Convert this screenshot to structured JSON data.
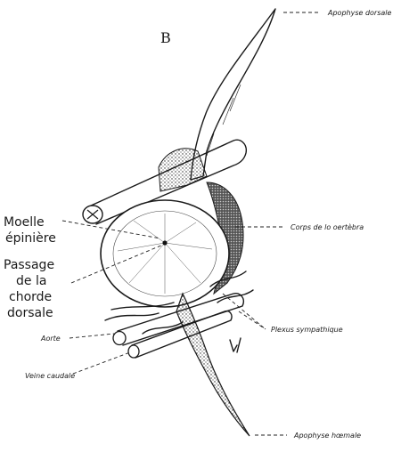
{
  "figure": {
    "letter": "B"
  },
  "labels": {
    "apophyse_dorsale": "Apophyse dorsale",
    "corps_vertebre": "Corps de lo oertèbra",
    "moelle_line1": "Moelle",
    "moelle_line2": "épinière",
    "passage_line1": "Passage",
    "passage_line2": "de la",
    "passage_line3": "chorde",
    "passage_line4": "dorsale",
    "plexus": "Plexus sympathique",
    "aorte": "Aorte",
    "veine": "Veine caudale",
    "apophyse_haemale": "Apophyse hœmale"
  }
}
